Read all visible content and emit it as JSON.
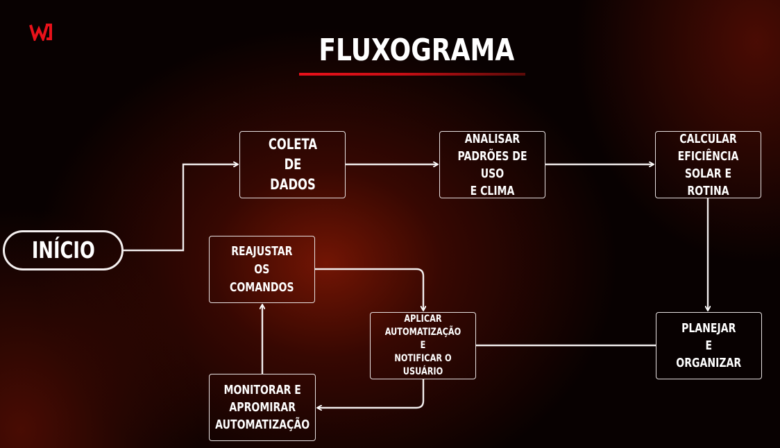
{
  "title": "FLUXOGRAMA",
  "logo": {
    "icon": "w-logo-icon",
    "color": "#e8111a"
  },
  "accent_color": "#e8111a",
  "nodes": {
    "inicio": "INÍCIO",
    "coleta": "COLETA\nDE\nDADOS",
    "analisar": "ANALISAR\nPADRÕES DE USO\nE CLIMA",
    "calcular": "CALCULAR\nEFICIÊNCIA\nSOLAR E ROTINA",
    "planejar": "PLANEJAR\nE\nORGANIZAR",
    "aplicar": "APLICAR\nAUTOMATIZAÇÃO E\nNOTIFICAR O\nUSUÁRIO",
    "monitorar": "MONITORAR E\nAPROMIRAR\nAUTOMATIZAÇÃO",
    "reajustar": "REAJUSTAR\nOS\nCOMANDOS"
  }
}
